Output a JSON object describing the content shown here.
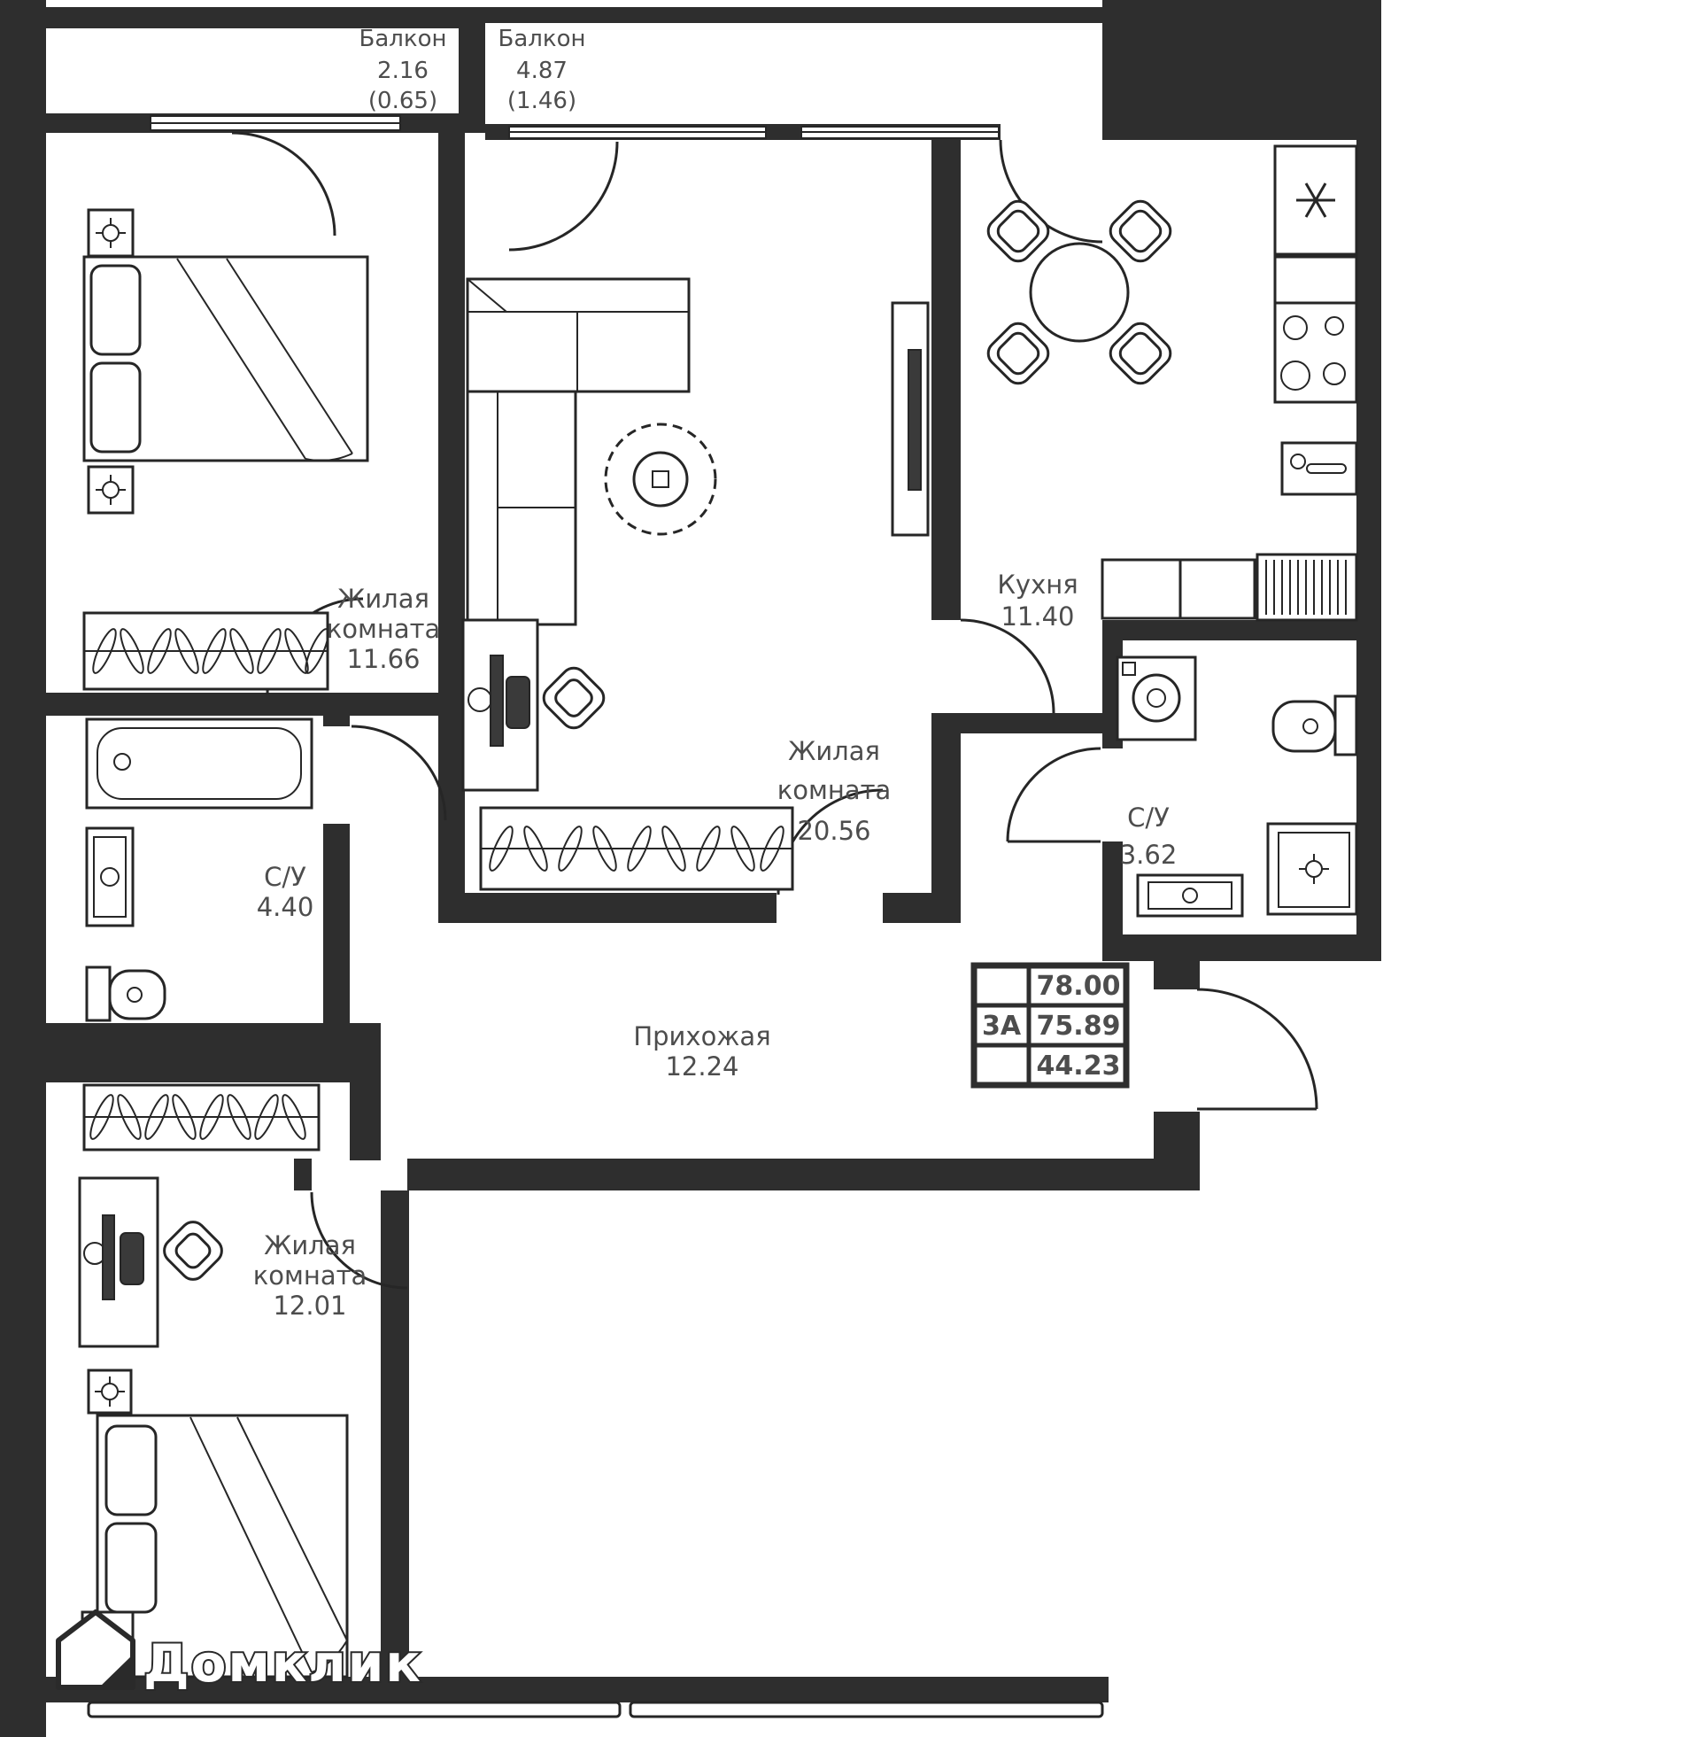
{
  "colors": {
    "wall": "#2e2e2e",
    "line": "#262626",
    "label": "#4d4d4d",
    "background": "#ffffff"
  },
  "rooms": {
    "balcony_left": {
      "name": "Балкон",
      "area": "2.16",
      "reduced_area": "(0.65)"
    },
    "balcony_top": {
      "name": "Балкон",
      "area": "4.87",
      "reduced_area": "(1.46)"
    },
    "bedroom_top": {
      "name_line1": "Жилая",
      "name_line2": "комната",
      "area": "11.66"
    },
    "living_room": {
      "name_line1": "Жилая",
      "name_line2": "комната",
      "area": "20.56"
    },
    "kitchen": {
      "name": "Кухня",
      "area": "11.40"
    },
    "bathroom_small": {
      "name": "С/У",
      "area": "3.62"
    },
    "bathroom_large": {
      "name": "С/У",
      "area": "4.40"
    },
    "hallway": {
      "name": "Прихожая",
      "area": "12.24"
    },
    "bedroom_bottom": {
      "name_line1": "Жилая",
      "name_line2": "комната",
      "area": "12.01"
    }
  },
  "info_table": {
    "unit_label": "3А",
    "total_area": "78.00",
    "area_without_balcony": "75.89",
    "living_area": "44.23"
  },
  "branding": {
    "logo_text": "Домклик"
  }
}
